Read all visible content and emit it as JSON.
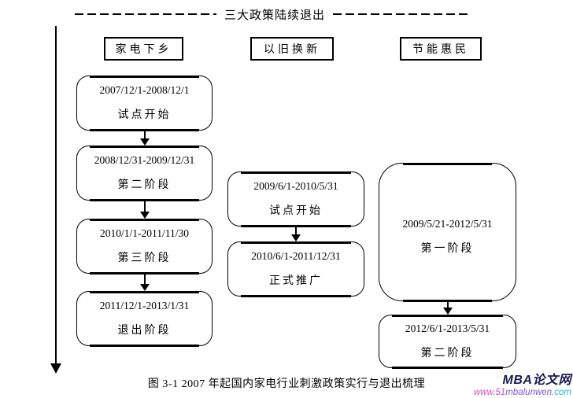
{
  "title": "三大政策陆续退出",
  "caption": "图 3-1 2007 年起国内家电行业刺激政策实行与退出梳理",
  "columns": [
    {
      "header": "家电下乡",
      "stages": [
        {
          "date": "2007/12/1-2008/12/1",
          "label": "试点开始"
        },
        {
          "date": "2008/12/31-2009/12/31",
          "label": "第二阶段"
        },
        {
          "date": "2010/1/1-2011/11/30",
          "label": "第三阶段"
        },
        {
          "date": "2011/12/1-2013/1/31",
          "label": "退出阶段"
        }
      ]
    },
    {
      "header": "以旧换新",
      "stages": [
        {
          "date": "2009/6/1-2010/5/31",
          "label": "试点开始"
        },
        {
          "date": "2010/6/1-2011/12/31",
          "label": "正式推广"
        }
      ]
    },
    {
      "header": "节能惠民",
      "stages": [
        {
          "date": "2009/5/21-2012/5/31",
          "label": "第一阶段"
        },
        {
          "date": "2012/6/1-2013/5/31",
          "label": "第二阶段"
        }
      ]
    }
  ],
  "watermark": {
    "site_name": "MBA论文网",
    "site_url_parts": [
      "www.51",
      "mbalunwen",
      ".com"
    ],
    "site_url": "www.51mbalunwen.com"
  },
  "colors": {
    "line": "#000000",
    "background": "#ffffff",
    "watermark_name": "#1b1b4e",
    "watermark_url_gradient": [
      "#c94fc9",
      "#7a5bd0",
      "#29b6d8"
    ]
  }
}
